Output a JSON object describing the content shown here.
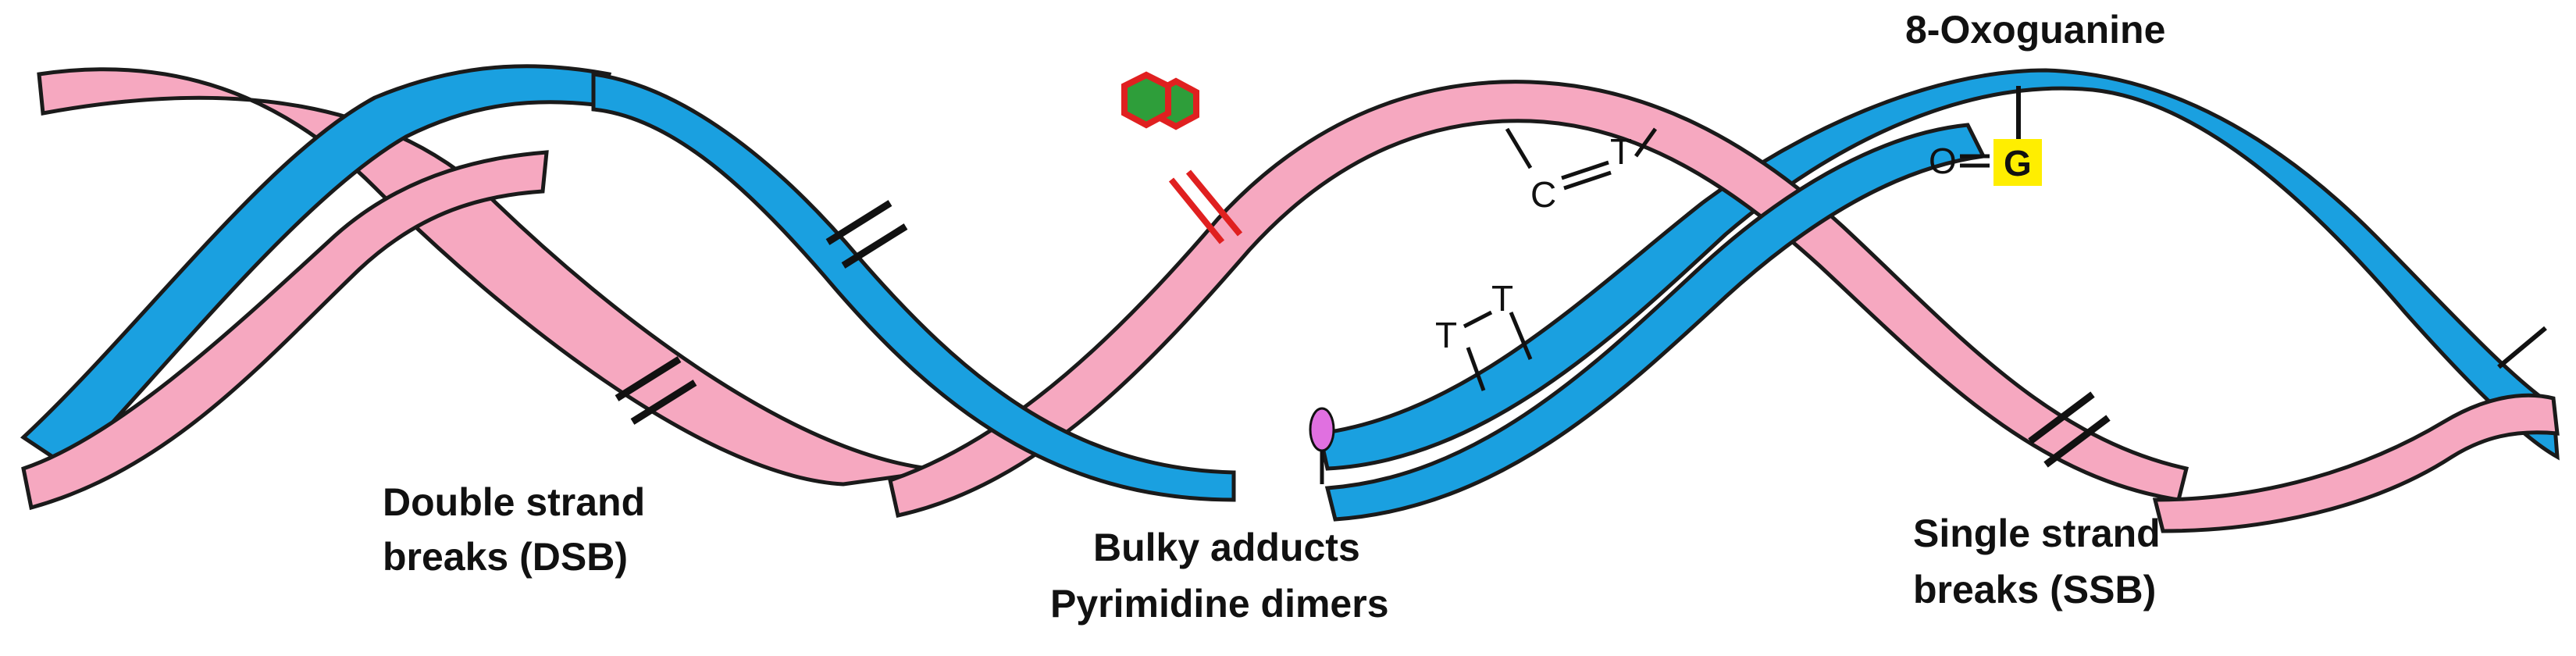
{
  "colors": {
    "strand_blue": "#1aa0e0",
    "strand_pink": "#f6a8c0",
    "outline": "#1a1a1a",
    "adduct_fill": "#2e9e3a",
    "adduct_outline": "#e02020",
    "adduct_marker": "#e070e0",
    "oxo_highlight": "#ffee00"
  },
  "labels": {
    "dsb_line1": "Double strand",
    "dsb_line2": "breaks (DSB)",
    "bulky_line1": "Bulky adducts",
    "bulky_line2": "Pyrimidine dimers",
    "ssb_line1": "Single strand",
    "ssb_line2": "breaks (SSB)",
    "oxoguanine": "8-Oxoguanine"
  },
  "chem": {
    "c_base": "C",
    "t_base": "T",
    "t_left": "T",
    "t_right": "T",
    "oxygen": "O",
    "guanine": "G"
  },
  "icons": [
    "break-mark-icon",
    "bulky-adduct-icon",
    "adduct-marker-icon",
    "oxoguanine-icon"
  ]
}
